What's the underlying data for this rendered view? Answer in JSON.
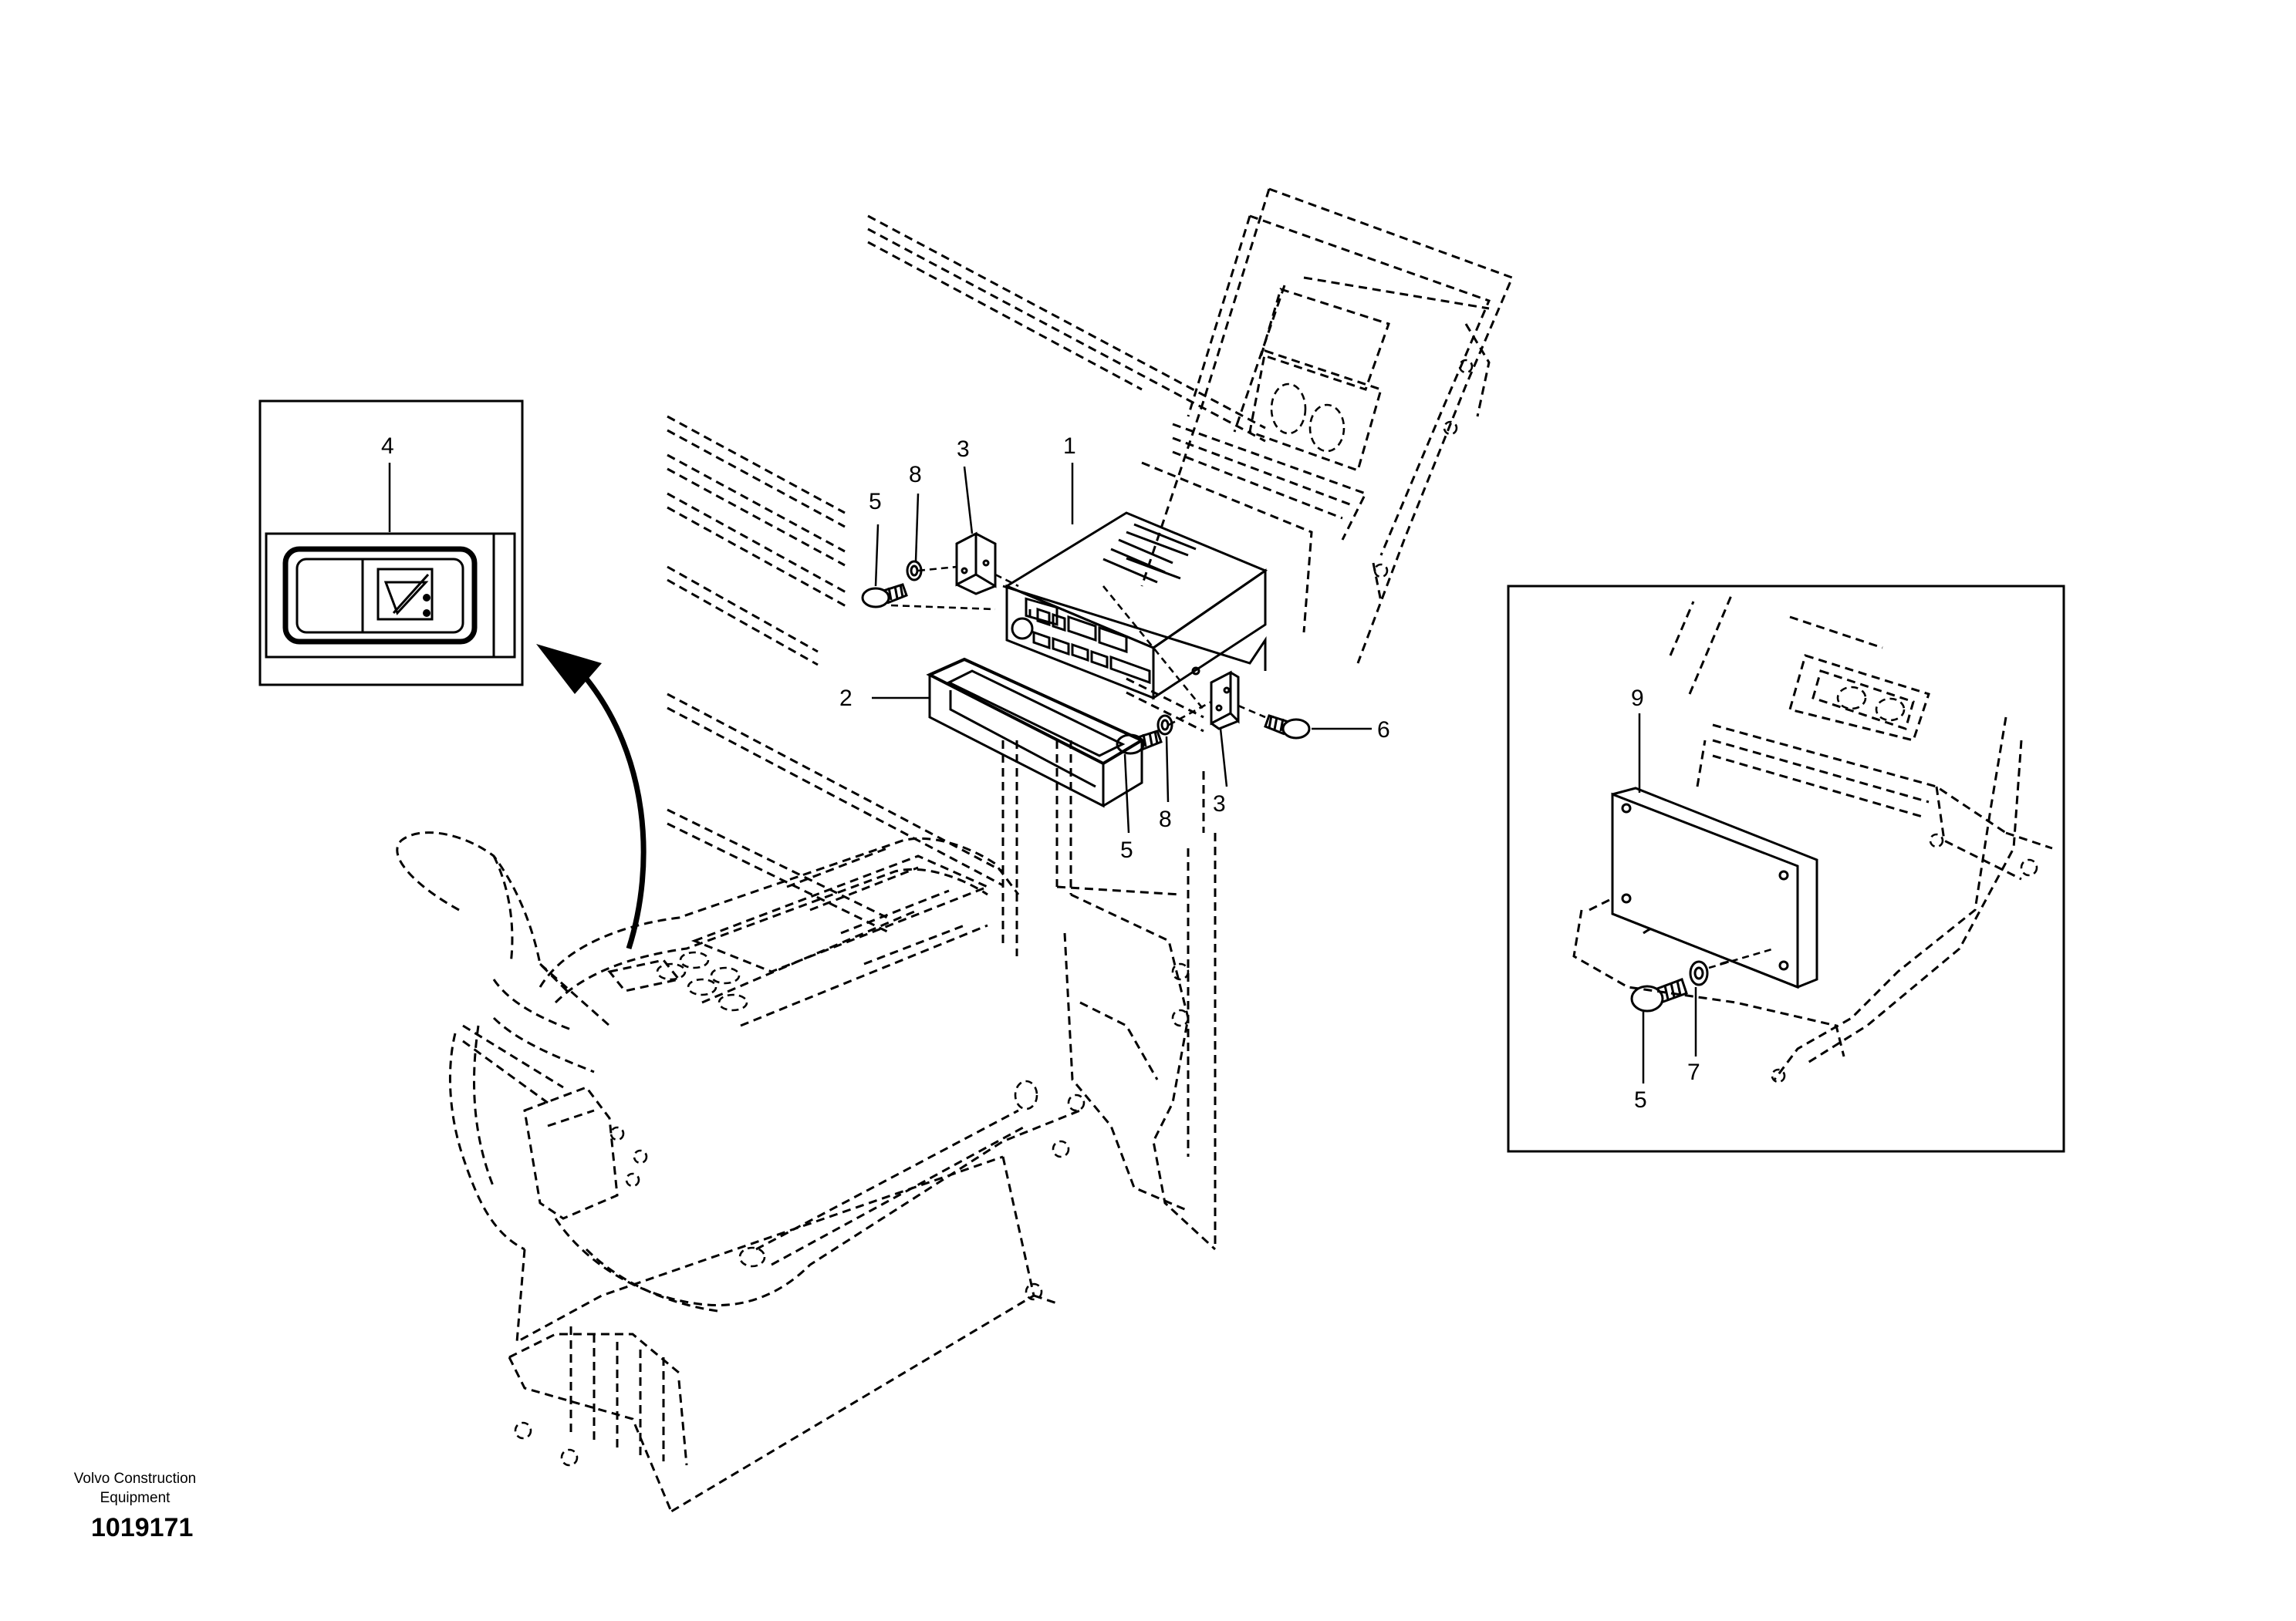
{
  "callouts": {
    "main": [
      {
        "id": "c1",
        "label": "1"
      },
      {
        "id": "c2",
        "label": "2"
      },
      {
        "id": "c3a",
        "label": "3"
      },
      {
        "id": "c3b",
        "label": "3"
      },
      {
        "id": "c5a",
        "label": "5"
      },
      {
        "id": "c5b",
        "label": "5"
      },
      {
        "id": "c6",
        "label": "6"
      },
      {
        "id": "c8a",
        "label": "8"
      },
      {
        "id": "c8b",
        "label": "8"
      }
    ],
    "inset_switch": [
      {
        "id": "c4",
        "label": "4"
      }
    ],
    "inset_cover": [
      {
        "id": "c9",
        "label": "9"
      },
      {
        "id": "c5c",
        "label": "5"
      },
      {
        "id": "c7",
        "label": "7"
      }
    ]
  },
  "footer": {
    "company_line1": "Volvo Construction",
    "company_line2": "Equipment",
    "drawing_number": "1019171"
  },
  "icons": {
    "switch": "rocker-switch-icon",
    "arrow": "curved-arrow-icon",
    "radio": "radio-cassette-unit",
    "bolt": "bolt-icon",
    "washer": "washer-icon",
    "bracket": "bracket-icon",
    "cover": "blank-cover-plate"
  }
}
